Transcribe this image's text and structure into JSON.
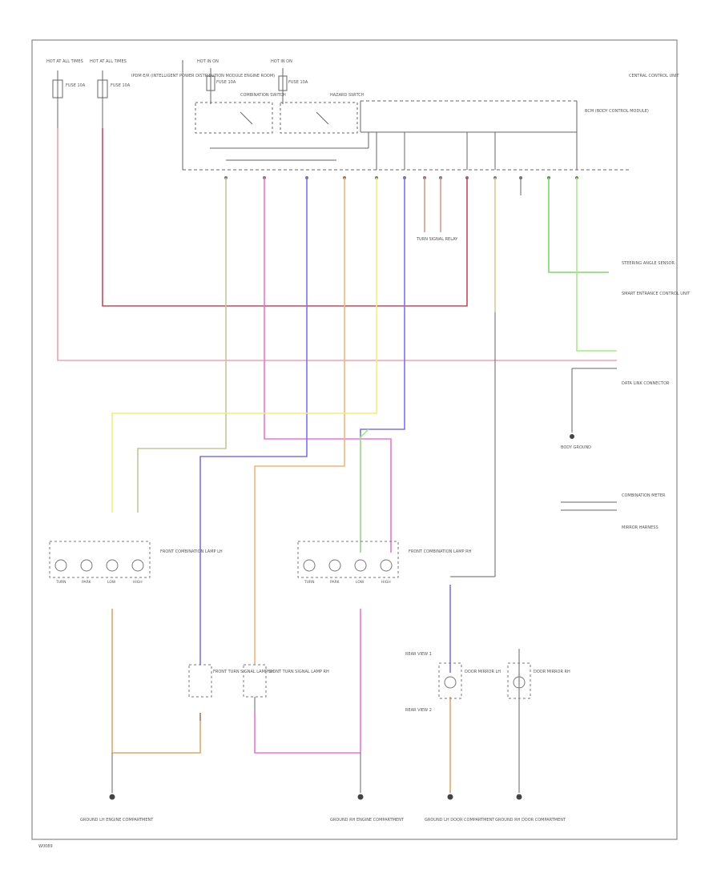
{
  "diagram": {
    "labels": {
      "hot_at_all_times_1": "HOT AT ALL TIMES",
      "hot_at_all_times_2": "HOT AT ALL TIMES",
      "hot_in_on_1": "HOT IN ON",
      "hot_in_on_2": "HOT IN ON",
      "fuse_1": "FUSE 10A",
      "fuse_2": "FUSE 10A",
      "fuse_3": "FUSE 10A",
      "fuse_4": "FUSE 10A",
      "ipdm_note": "IPDM E/R (INTELLIGENT POWER DISTRIBUTION MODULE ENGINE ROOM)",
      "bcm_label": "BCM (BODY CONTROL MODULE)",
      "central_control_unit": "CENTRAL CONTROL UNIT",
      "combination_switch": "COMBINATION SWITCH",
      "hazard_switch": "HAZARD SWITCH",
      "turn_signal_relay": "TURN SIGNAL RELAY",
      "data_link": "DATA LINK CONNECTOR",
      "steering_angle_sensor": "STEERING ANGLE SENSOR",
      "smart_entrance_ecu": "SMART ENTRANCE CONTROL UNIT",
      "mirror_harness": "MIRROR HARNESS",
      "body_ground": "BODY GROUND",
      "combination_meter": "COMBINATION METER",
      "front_combination_lamp_lh": "FRONT COMBINATION LAMP LH",
      "front_combination_lamp_rh": "FRONT COMBINATION LAMP RH",
      "front_turn_lh": "FRONT TURN SIGNAL LAMP LH",
      "front_turn_rh": "FRONT TURN SIGNAL LAMP RH",
      "door_mirror_lh": "DOOR MIRROR LH",
      "door_mirror_rh": "DOOR MIRROR RH",
      "lamp_labels_lh": [
        "TURN",
        "PARK",
        "LOW",
        "HIGH"
      ],
      "lamp_labels_rh": [
        "TURN",
        "PARK",
        "LOW",
        "HIGH"
      ],
      "ground_1": "GROUND LH ENGINE COMPARTMENT",
      "ground_2": "GROUND RH ENGINE COMPARTMENT",
      "ground_3": "GROUND LH DOOR COMPARTMENT",
      "ground_4": "GROUND RH DOOR COMPARTMENT",
      "brake_light_1": "REAR VIEW 1",
      "brake_light_2": "REAR VIEW 2",
      "footer_code": "W0089"
    },
    "wire_colors": {
      "red": "#f2a2b6",
      "dark_red": "#c6495f",
      "olive": "#c3c69a",
      "pink": "#f271d6",
      "blue": "#7b73ec",
      "orange": "#f6b47a",
      "yellow": "#f2ee7c",
      "light_green": "#a6ec8a",
      "tan": "#d8c89a",
      "violet": "#9a7aec",
      "green": "#7ed86a",
      "black": "#555555"
    }
  }
}
